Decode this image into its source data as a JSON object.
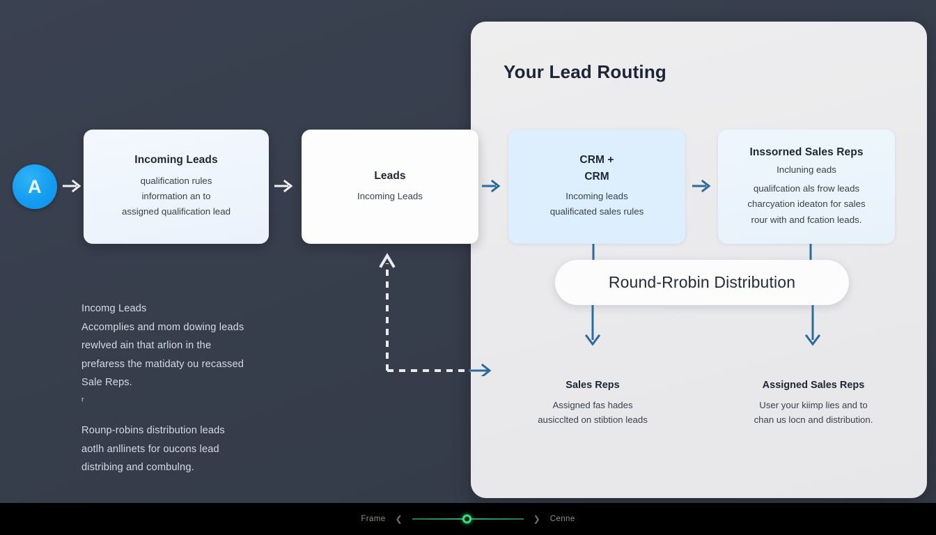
{
  "avatar": {
    "initial": "A"
  },
  "panel": {
    "title": "Your Lead Routing"
  },
  "cards": {
    "incoming": {
      "title": "Incoming Leads",
      "lines": [
        "qualification rules",
        "information an to",
        "assigned qualification lead"
      ]
    },
    "leads": {
      "title": "Leads",
      "lines": [
        "Incoming Leads"
      ]
    },
    "crm": {
      "title": "CRM +",
      "title2": "CRM",
      "lines": [
        "Incoming leads",
        "qualificated sales rules"
      ]
    },
    "reps": {
      "title": "Inssorned Sales Reps",
      "subtitle": "Incluning eads",
      "lines": [
        "qualifcation als frow leads",
        "charcyation ideaton for sales",
        "rour with and fcation leads."
      ]
    }
  },
  "pill": {
    "label": "Round-Rrobin Distribution"
  },
  "bottom_blocks": {
    "sales_reps": {
      "title": "Sales Reps",
      "lines": [
        "Assigned fas hades",
        "ausicclted on stibtion leads"
      ]
    },
    "assigned_sales_reps": {
      "title": "Assigned Sales Reps",
      "lines": [
        "User your kiimp lies and to",
        "chan us locn and distribution."
      ]
    }
  },
  "caption": {
    "lines_a": [
      "Incomg Leads",
      "Accomplies and mom dowing leads",
      "rewlved ain that arlion in the",
      "prefaress the matidaty ou recassed",
      "Sale Reps.",
      "ʳ"
    ],
    "lines_b": [
      "Rounр-robins distribution leads",
      "aotlh anllinets for oucons lead",
      "distribing and combulng."
    ]
  },
  "bottombar": {
    "left_label": "Frame",
    "prev_icon": "chevron-left-icon",
    "next_icon": "chevron-right-icon",
    "right_label": "Cenne"
  },
  "colors": {
    "canvas": "#373e4c",
    "panel": "#eaeaec",
    "accent_blue": "#149cf0",
    "arrow_blue": "#2c6a9e",
    "card_blue": "#ddeefc",
    "slider_green": "#35e07e"
  }
}
